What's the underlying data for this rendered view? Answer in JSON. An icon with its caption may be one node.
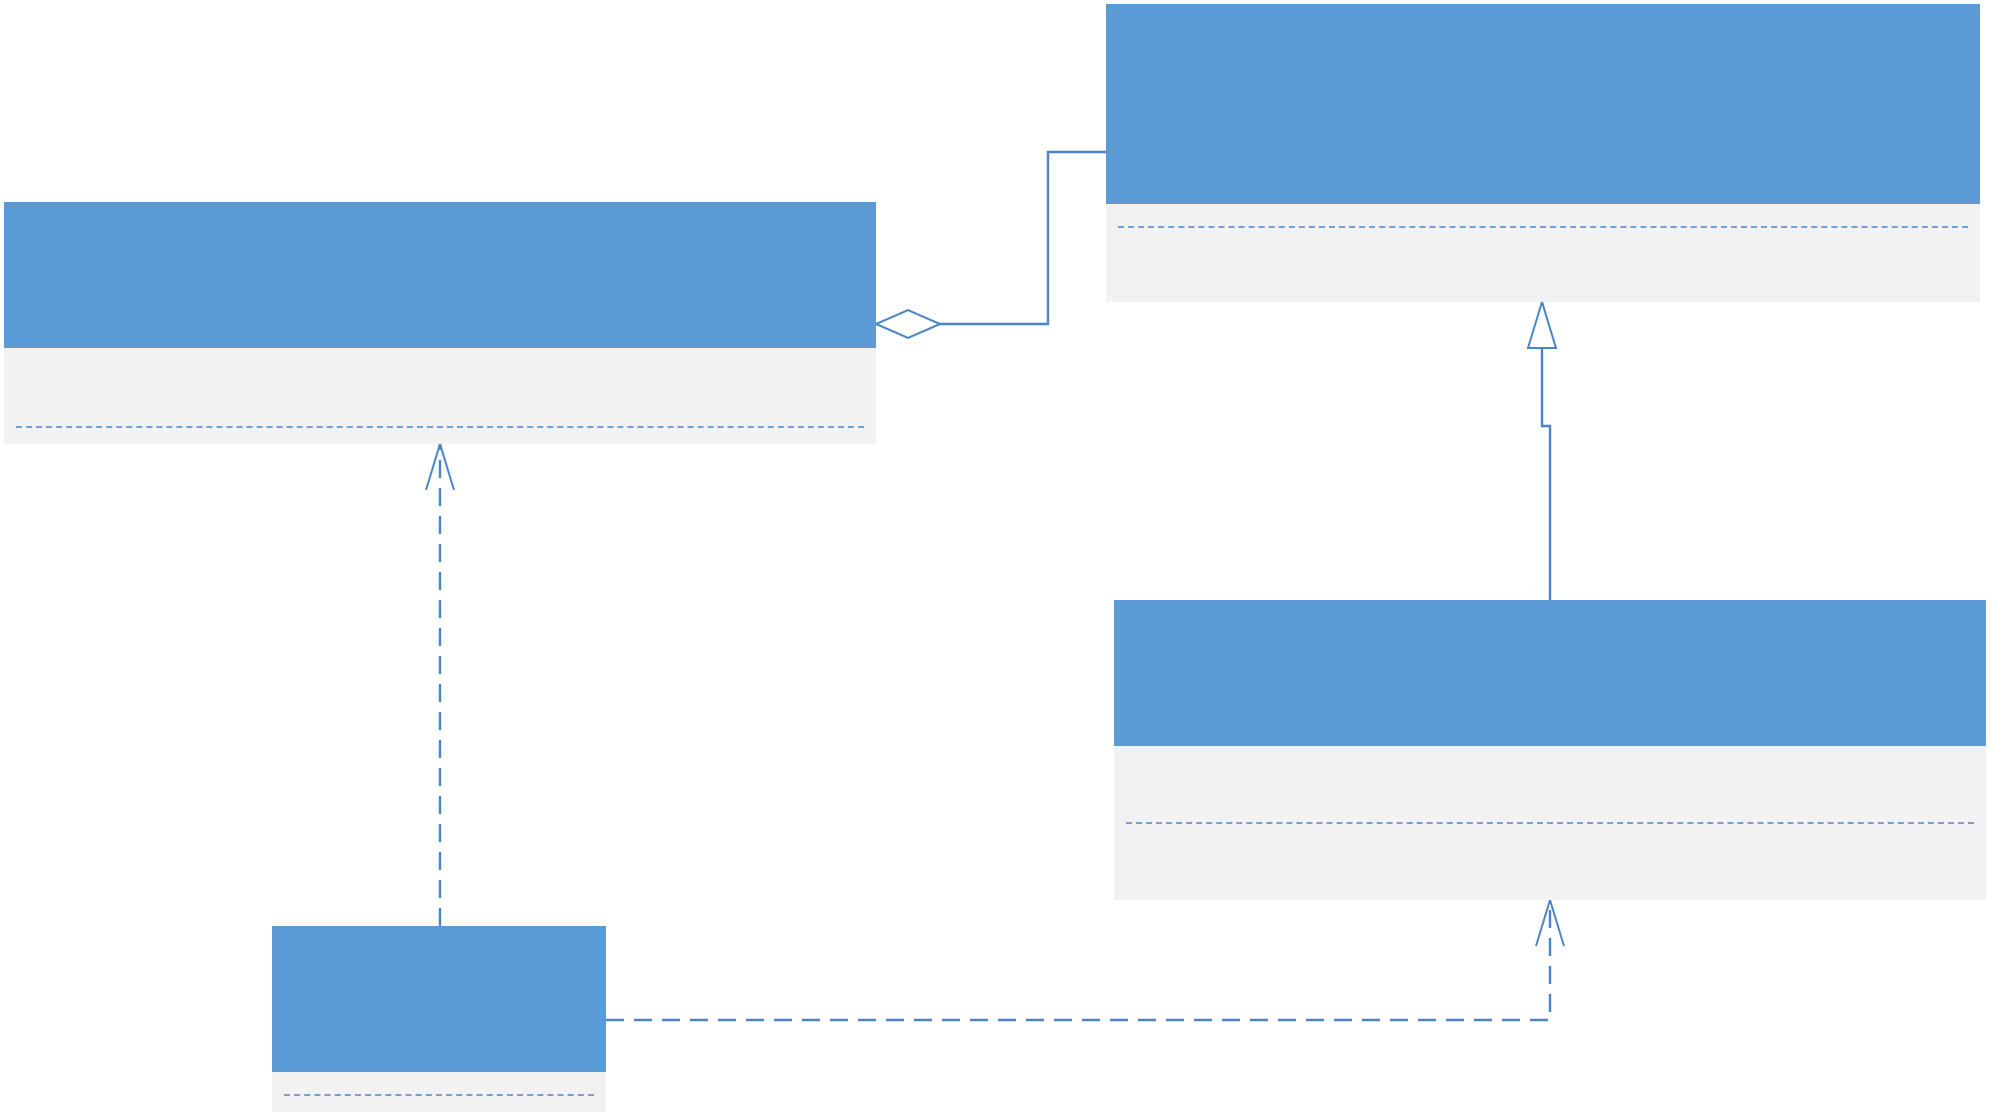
{
  "diagram": {
    "nodes": [
      {
        "text": [],
        "shape": "box"
      },
      {
        "text": [],
        "shape": "box"
      },
      {
        "text": [],
        "shape": "box"
      },
      {
        "text": [],
        "shape": "box"
      }
    ],
    "edges": [
      {
        "from": 0,
        "to": 1,
        "arrow": "other"
      },
      {
        "from": 2,
        "to": 0,
        "arrow": "to"
      },
      {
        "from": 3,
        "to": 1,
        "arrow": "to",
        "style": "dashed"
      },
      {
        "from": 3,
        "to": 2,
        "arrow": "to",
        "style": "dashed"
      }
    ]
  }
}
